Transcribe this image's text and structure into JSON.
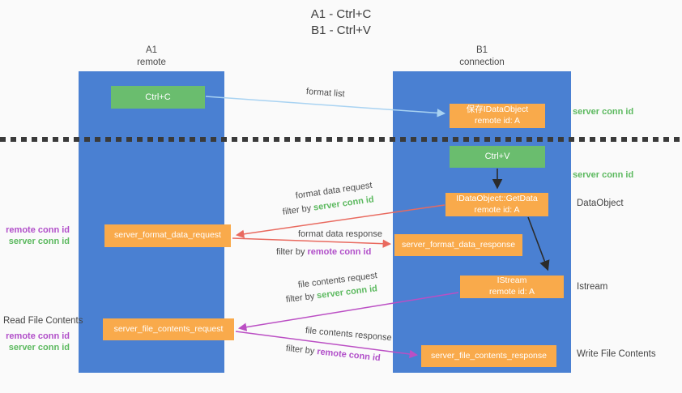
{
  "title": {
    "line1": "A1 - Ctrl+C",
    "line2": "B1 - Ctrl+V"
  },
  "lanes": {
    "left": {
      "name": "A1",
      "subtitle": "remote"
    },
    "right": {
      "name": "B1",
      "subtitle": "connection"
    }
  },
  "nodes": {
    "ctrl_c": {
      "label": "Ctrl+C"
    },
    "save_idataobject": {
      "line1": "保存IDataObject",
      "line2": "remote id: A"
    },
    "ctrl_v": {
      "label": "Ctrl+V"
    },
    "getdata": {
      "line1": "IDataObject::GetData",
      "line2": "remote id: A"
    },
    "format_request": {
      "label": "server_format_data_request"
    },
    "format_response": {
      "label": "server_format_data_response"
    },
    "istream": {
      "line1": "IStream",
      "line2": "remote id: A"
    },
    "file_request": {
      "label": "server_file_contents_request"
    },
    "file_response": {
      "label": "server_file_contents_response"
    }
  },
  "flow_labels": {
    "format_list": "format list",
    "format_data_request": "format data request",
    "format_data_request_filter": {
      "prefix": "filter by",
      "key": "server conn id"
    },
    "format_data_response": "format data response",
    "format_data_response_filter": {
      "prefix": "filter by",
      "key": "remote conn id"
    },
    "file_contents_request": "file contents request",
    "file_contents_request_filter": {
      "prefix": "filter by",
      "key": "server conn id"
    },
    "file_contents_response": "file contents response",
    "file_contents_response_filter": {
      "prefix": "filter by",
      "key": "remote conn id"
    }
  },
  "annotations": {
    "right_saved_conn": "server conn id",
    "right_ctrlv_conn": "server conn id",
    "right_dataobject": "DataObject",
    "right_istream": "Istream",
    "right_write_file": "Write File Contents",
    "left_format_remote": "remote conn id",
    "left_format_server": "server conn id",
    "left_read_file": "Read File Contents",
    "left_file_remote": "remote conn id",
    "left_file_server": "server conn id"
  },
  "colors": {
    "lane_blue": "#4a80d2",
    "node_green": "#6abd6e",
    "node_orange": "#f9aa4b",
    "accent_green": "#5cb95f",
    "accent_purple": "#b14fc9",
    "arrow_red": "#e96a5f",
    "arrow_magenta": "#bb4fc4",
    "arrow_lightblue": "#a9d3f2",
    "arrow_black": "#2b2b2b"
  }
}
